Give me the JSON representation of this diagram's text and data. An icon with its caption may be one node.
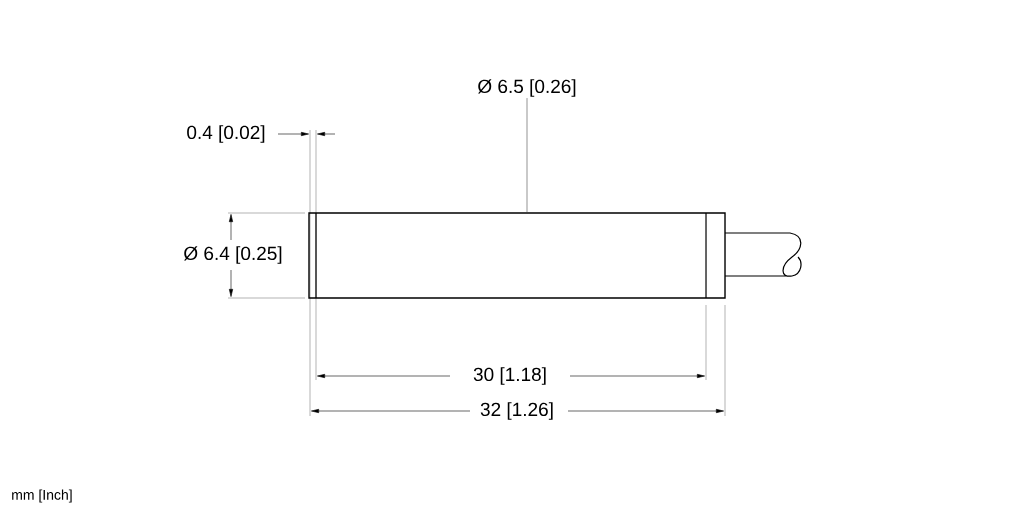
{
  "diagram": {
    "nodes": [
      {
        "text": [
          "Ø 6.5 [0.26]"
        ]
      },
      {
        "text": [],
        "shape": "cylinder"
      }
    ],
    "edges": [
      {
        "from": 0,
        "to": 1,
        "arrow": "none"
      }
    ],
    "labels": [
      "0.4 [0.02]",
      "Ø 6.4 [0.25]",
      "30 [1.18]",
      "32 [1.26]",
      "mm [Inch]"
    ]
  }
}
